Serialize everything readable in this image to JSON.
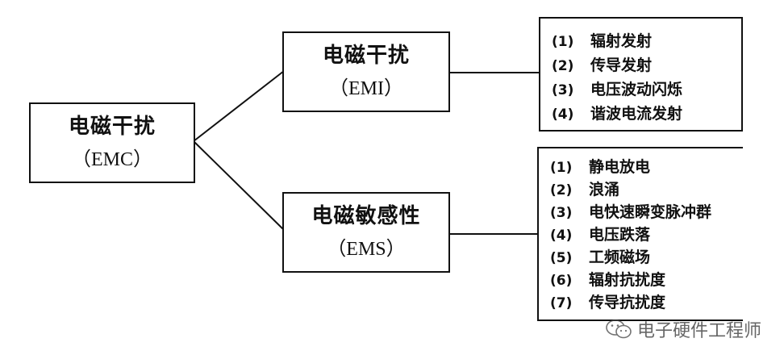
{
  "root": {
    "title": "电磁干扰",
    "abbr": "（EMC）"
  },
  "emi": {
    "title": "电磁干扰",
    "abbr": "（EMI）",
    "items": [
      {
        "num": "(1)",
        "label": "辐射发射"
      },
      {
        "num": "(2)",
        "label": "传导发射"
      },
      {
        "num": "(3)",
        "label": "电压波动闪烁"
      },
      {
        "num": "(4)",
        "label": "谐波电流发射"
      }
    ]
  },
  "ems": {
    "title": "电磁敏感性",
    "abbr": "（EMS）",
    "items": [
      {
        "num": "(1)",
        "label": "静电放电"
      },
      {
        "num": "(2)",
        "label": "浪涌"
      },
      {
        "num": "(3)",
        "label": "电快速瞬变脉冲群"
      },
      {
        "num": "(4)",
        "label": "电压跌落"
      },
      {
        "num": "(5)",
        "label": "工频磁场"
      },
      {
        "num": "(6)",
        "label": "辐射抗扰度"
      },
      {
        "num": "(7)",
        "label": "传导抗扰度"
      }
    ]
  },
  "watermark": {
    "icon": "wechat-icon",
    "text": "电子硬件工程师"
  },
  "colors": {
    "line": "#111111",
    "background": "#ffffff"
  }
}
